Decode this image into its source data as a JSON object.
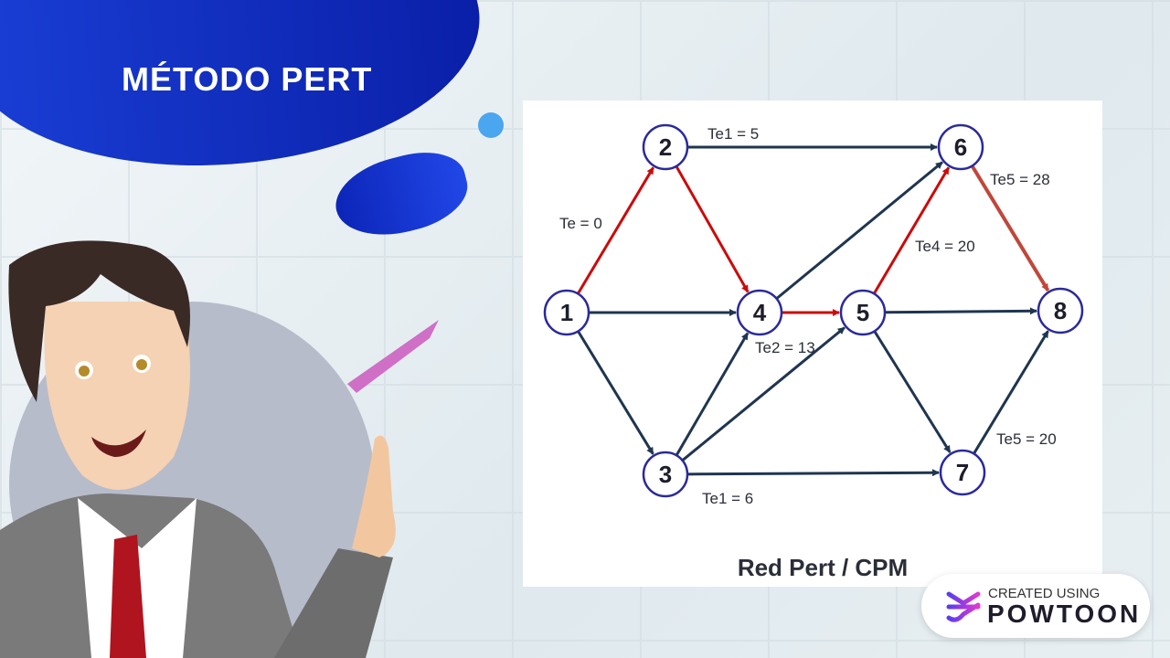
{
  "header": {
    "title": "MÉTODO PERT"
  },
  "diagram": {
    "caption": "Red Pert / CPM",
    "colors": {
      "normal": "#1f3550",
      "critical": "#cc0a0a",
      "critical_alt": "#c0473a",
      "node_stroke": "#2a2a9a"
    },
    "nodes": [
      "1",
      "2",
      "3",
      "4",
      "5",
      "6",
      "7",
      "8"
    ],
    "edges": [
      {
        "from": "1",
        "to": "2",
        "critical": true
      },
      {
        "from": "2",
        "to": "4",
        "critical": true
      },
      {
        "from": "2",
        "to": "6",
        "critical": false
      },
      {
        "from": "1",
        "to": "4",
        "critical": false
      },
      {
        "from": "1",
        "to": "3",
        "critical": false
      },
      {
        "from": "3",
        "to": "4",
        "critical": false
      },
      {
        "from": "3",
        "to": "5",
        "critical": false
      },
      {
        "from": "3",
        "to": "7",
        "critical": false
      },
      {
        "from": "4",
        "to": "6",
        "critical": false
      },
      {
        "from": "4",
        "to": "5",
        "critical": true
      },
      {
        "from": "5",
        "to": "6",
        "critical": true
      },
      {
        "from": "5",
        "to": "8",
        "critical": false
      },
      {
        "from": "5",
        "to": "7",
        "critical": false
      },
      {
        "from": "6",
        "to": "8",
        "critical": true
      },
      {
        "from": "7",
        "to": "8",
        "critical": false
      }
    ],
    "labels": [
      "Te = 0",
      "Te1 = 5",
      "Te5 = 28",
      "Te4 = 20",
      "Te2 = 13",
      "Te5 = 20",
      "Te1 = 6"
    ]
  },
  "watermark": {
    "line1": "CREATED USING",
    "line2": "POWTOON"
  }
}
